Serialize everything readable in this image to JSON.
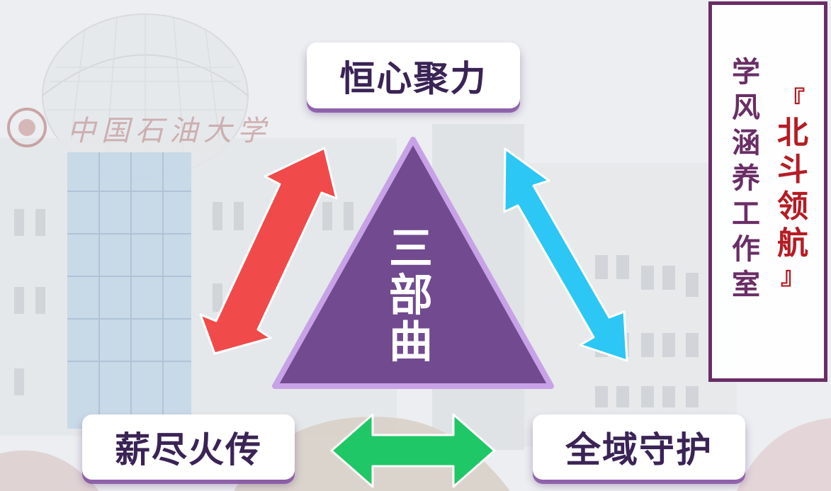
{
  "diagram": {
    "top_label": "恒心聚力",
    "left_label": "薪尽火传",
    "right_label": "全域守护",
    "center_chars": [
      "三",
      "部",
      "曲"
    ]
  },
  "background": {
    "campus_sign": "中国石油大学"
  },
  "title_panel": {
    "subtitle_chars": [
      "学",
      "风",
      "涵",
      "养",
      "工",
      "作",
      "室"
    ],
    "open_bracket": "『",
    "name_chars": [
      "北",
      "斗",
      "领",
      "航"
    ],
    "close_bracket": "』"
  },
  "colors": {
    "triangle": "#714a8f",
    "arrow_left": "#f14a4a",
    "arrow_right": "#2cc7f5",
    "arrow_bottom": "#1fc766",
    "label_shadow": "#7d46a0",
    "panel_border": "#6a2d66",
    "title_red": "#b51c25"
  }
}
